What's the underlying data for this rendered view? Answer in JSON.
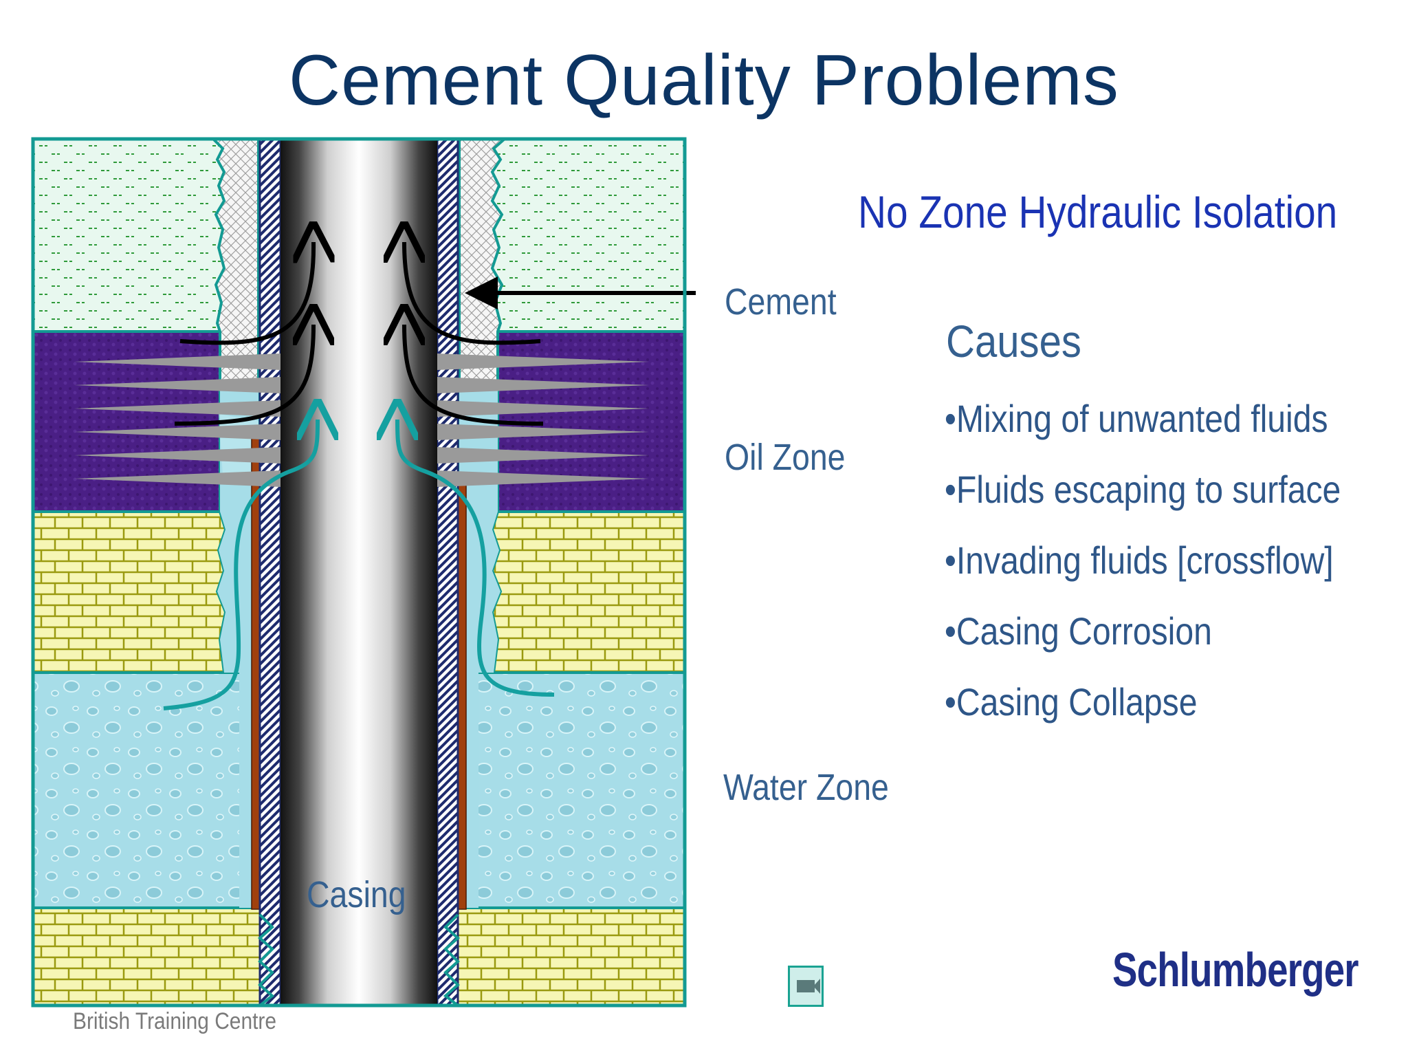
{
  "slide": {
    "title": "Cement Quality Problems",
    "subtitle": "No Zone Hydraulic Isolation",
    "causes_heading": "Causes",
    "causes": [
      "•Mixing of unwanted fluids",
      "•Fluids escaping to surface",
      "•Invading fluids [crossflow]",
      "•Casing Corrosion",
      "•Casing Collapse"
    ],
    "footer": "British Training Centre",
    "logo": "Schlumberger"
  },
  "diagram": {
    "labels": {
      "cement": "Cement",
      "oil_zone": "Oil Zone",
      "water_zone": "Water Zone",
      "casing": "Casing"
    },
    "colors": {
      "shale": "#e6f7ee",
      "oil": "#4b1f86",
      "limestone": "#f6f6b3",
      "water": "#a6dde8",
      "border": "#139a93",
      "flow": "#15a0a0",
      "rust": "#a0400e",
      "text": "#35608f"
    }
  }
}
